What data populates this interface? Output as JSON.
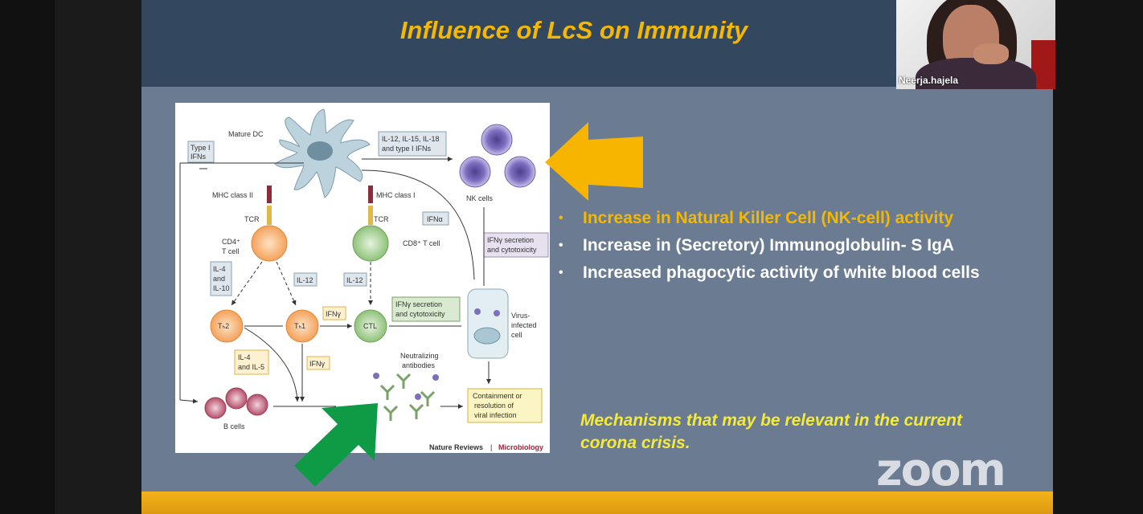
{
  "slide": {
    "title": "Influence of LcS on Immunity",
    "bullets": [
      "Increase in  Natural Killer Cell (NK-cell) activity",
      "Increase in  (Secretory) Immunoglobulin-  S IgA",
      "Increased phagocytic activity of white blood cells"
    ],
    "mechanisms": "Mechanisms that may be relevant in the current corona crisis.",
    "colors": {
      "title": "#f5b800",
      "highlight_bullet": "#f5b800",
      "mechanisms_text": "#f3ea3a",
      "header_bg": "#33475f",
      "slide_bg": "#6a7b92",
      "bottom_bar": "#f3b21a",
      "yellow_arrow": "#f7b500",
      "green_arrow": "#0f9a45"
    }
  },
  "figure": {
    "labels": {
      "mature_dc": "Mature DC",
      "type1_ifns_line1": "Type I",
      "type1_ifns_line2": "IFNs",
      "il_box_line1": "IL-12, IL-15, IL-18",
      "il_box_line2": "and type I IFNs",
      "nk_cells": "NK cells",
      "mhc2": "MHC class II",
      "mhc1": "MHC class I",
      "tcr1": "TCR",
      "tcr2": "TCR",
      "ifna": "IFNα",
      "cd4_line1": "CD4⁺",
      "cd4_line2": "T cell",
      "cd8": "CD8⁺ T cell",
      "ifng_sec1_line1": "IFNγ secretion",
      "ifng_sec1_line2": "and cytotoxicity",
      "il4_line1": "IL-4",
      "il4_line2": "and",
      "il4_line3": "IL-10",
      "il12a": "IL-12",
      "il12b": "IL-12",
      "th2": "Tₕ2",
      "th1": "Tₕ1",
      "ifng1": "IFNγ",
      "ctl": "CTL",
      "ifng_sec2_line1": "IFNγ secretion",
      "ifng_sec2_line2": "and cytotoxicity",
      "virus_line1": "Virus-",
      "virus_line2": "infected",
      "virus_line3": "cell",
      "neutralizing_line1": "Neutralizing",
      "neutralizing_line2": "antibodies",
      "il4_il5_line1": "IL-4",
      "il4_il5_line2": "and IL-5",
      "ifng2": "IFNγ",
      "b_cells": "B cells",
      "containment_line1": "Containment or",
      "containment_line2": "resolution of",
      "containment_line3": "viral infection",
      "credit_journal": "Nature Reviews",
      "credit_sep": " | ",
      "credit_section": "Microbiology"
    }
  },
  "zoom": {
    "logo": "zoom",
    "participant_name": "Neerja.hajela"
  }
}
